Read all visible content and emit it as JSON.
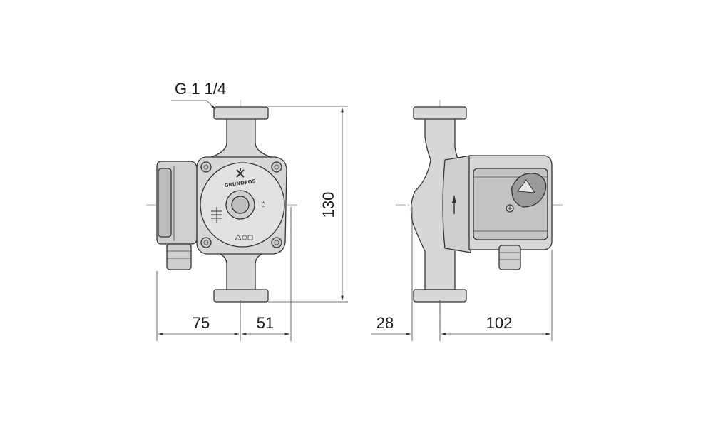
{
  "labels": {
    "thread": "G 1 1/4",
    "brand": "GRUNDFOS",
    "mark": "CE"
  },
  "dimensions": {
    "height": "130",
    "left_to_axis": "75",
    "axis_to_flange": "51",
    "side_offset": "28",
    "side_depth": "102"
  },
  "colors": {
    "body_fill": "#d7d7d7",
    "body_fill_dark": "#b9b9b9",
    "line": "#333333",
    "dimension_line": "#555555"
  }
}
